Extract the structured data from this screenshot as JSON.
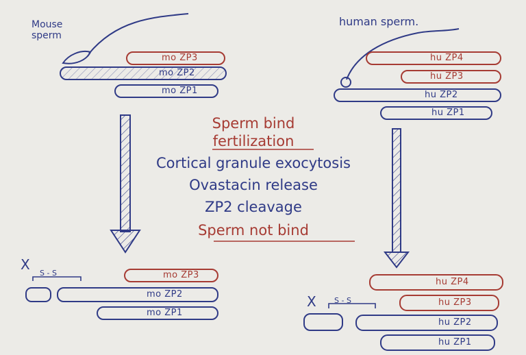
{
  "mouse": {
    "title": "Mouse\nsperm",
    "before": {
      "zp3": "mo ZP3",
      "zp2": "mo ZP2",
      "zp1": "mo ZP1"
    },
    "after": {
      "x": "X",
      "disulfide": "S - S",
      "zp3": "mo ZP3",
      "zp2": "mo ZP2",
      "zp1": "mo ZP1"
    }
  },
  "human": {
    "title": "human sperm.",
    "before": {
      "zp4": "hu ZP4",
      "zp3": "hu ZP3",
      "zp2": "hu ZP2",
      "zp1": "hu ZP1"
    },
    "after": {
      "x": "X",
      "disulfide": "S - S",
      "zp4": "hu ZP4",
      "zp3": "hu ZP3",
      "zp2": "hu ZP2",
      "zp1": "hu ZP1"
    }
  },
  "events": {
    "sperm_bind": "Sperm bind",
    "fertilization": "fertilization",
    "cortical": "Cortical granule exocytosis",
    "ovastacin": "Ovastacin release",
    "cleavage": "ZP2 cleavage",
    "not_bind": "Sperm not bind"
  },
  "colors": {
    "blue_ink": "#2f3a86",
    "red_ink": "#a63b33",
    "paper": "#ecebe7"
  }
}
